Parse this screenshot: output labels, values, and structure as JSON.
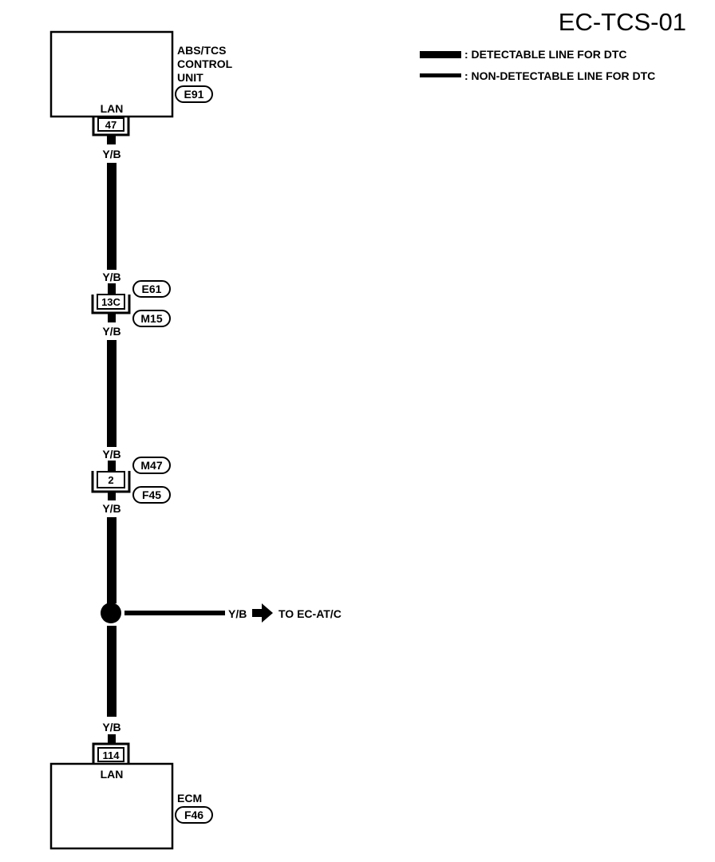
{
  "diagram_id": "EC-TCS-01",
  "legend": {
    "detectable": ": DETECTABLE LINE FOR DTC",
    "non_detectable": ": NON-DETECTABLE LINE FOR DTC"
  },
  "top_unit": {
    "name_line1": "ABS/TCS",
    "name_line2": "CONTROL",
    "name_line3": "UNIT",
    "connector": "E91",
    "terminal_label": "LAN",
    "terminal": "47"
  },
  "wire_color": "Y/B",
  "junction_1": {
    "terminal": "13C",
    "upper": "E61",
    "lower": "M15"
  },
  "junction_2": {
    "terminal": "2",
    "upper": "M47",
    "lower": "F45"
  },
  "branch": {
    "wire_color": "Y/B",
    "destination": "TO EC-AT/C"
  },
  "bottom_unit": {
    "terminal": "114",
    "terminal_label": "LAN",
    "name": "ECM",
    "connector": "F46"
  }
}
